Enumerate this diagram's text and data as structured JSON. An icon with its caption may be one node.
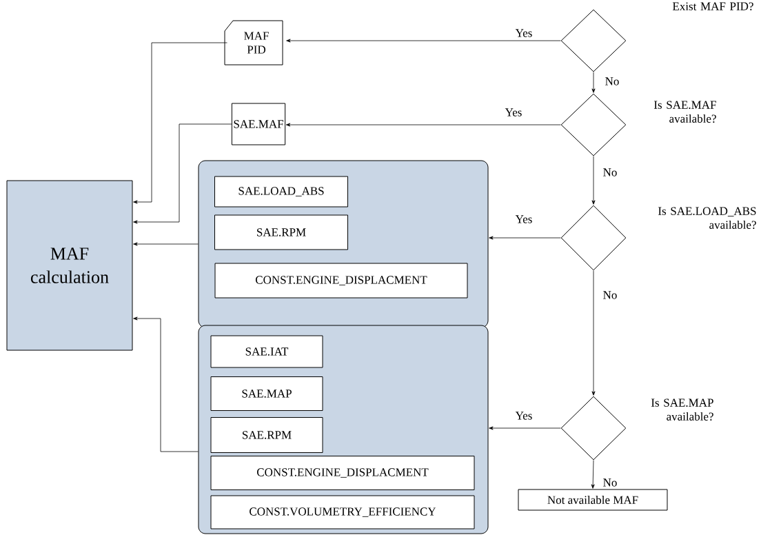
{
  "diagram": {
    "nodes": [
      {
        "text": [
          "MAF calculation"
        ]
      },
      {
        "text": [
          "MAF PID"
        ]
      },
      {
        "text": [
          "SAE.MAF"
        ]
      },
      {
        "text": [],
        "shape": "box"
      },
      {
        "text": [
          "SAE.LOAD_ABS"
        ],
        "in": 3
      },
      {
        "text": [
          "SAE.RPM"
        ],
        "in": 3
      },
      {
        "text": [
          "CONST.ENGINE_DISPLACMENT"
        ],
        "in": 3
      },
      {
        "text": [],
        "shape": "box"
      },
      {
        "text": [
          "SAE.IAT"
        ],
        "in": 7
      },
      {
        "text": [
          "SAE.MAP"
        ],
        "in": 7
      },
      {
        "text": [
          "SAE.RPM"
        ],
        "in": 7
      },
      {
        "text": [
          "CONST.ENGINE_DISPLACMENT"
        ],
        "in": 7
      },
      {
        "text": [
          "CONST.VOLUMETRY_EFFICIENCY"
        ],
        "in": 7
      },
      {
        "text": [
          "Exist MAF PID?"
        ]
      },
      {
        "text": [
          "Is SAE.MAF available?"
        ]
      },
      {
        "text": [
          "Is SAE.LOAD_ABS available?"
        ]
      },
      {
        "text": [
          "Is SAE.MAP available?"
        ]
      },
      {
        "text": [
          "Not available MAF"
        ]
      }
    ],
    "edges": [
      {
        "from": 13,
        "to": 1,
        "arrow": "to",
        "label": "Yes"
      },
      {
        "from": 13,
        "to": 14,
        "arrow": "to",
        "label": "No"
      },
      {
        "from": 14,
        "to": 2,
        "arrow": "to",
        "label": "Yes"
      },
      {
        "from": 14,
        "to": 15,
        "arrow": "to",
        "label": "No"
      },
      {
        "from": 15,
        "to": 3,
        "arrow": "to",
        "label": "Yes"
      },
      {
        "from": 15,
        "to": 16,
        "arrow": "to",
        "label": "No"
      },
      {
        "from": 16,
        "to": 7,
        "arrow": "to",
        "label": "Yes"
      },
      {
        "from": 16,
        "to": 17,
        "arrow": "to",
        "label": "No"
      },
      {
        "from": 1,
        "to": 0,
        "arrow": "to"
      },
      {
        "from": 2,
        "to": 0,
        "arrow": "to"
      },
      {
        "from": 3,
        "to": 0,
        "arrow": "to"
      },
      {
        "from": 7,
        "to": 0,
        "arrow": "to"
      }
    ]
  }
}
